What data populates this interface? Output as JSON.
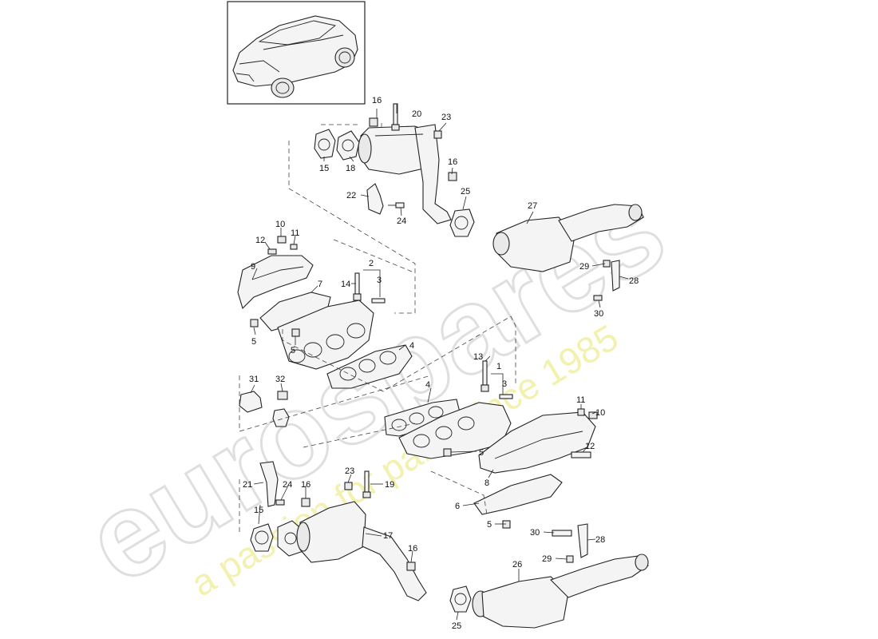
{
  "watermark": {
    "brand": "eurospares",
    "tagline": "a passion for parts since 1985",
    "brand_color": "#d8d8d8",
    "tagline_color": "#f1f0a0"
  },
  "thumbnail": {
    "icon": "car-suv-icon"
  },
  "callouts": {
    "c16a": "16",
    "c20": "20",
    "c23a": "23",
    "c15a": "15",
    "c18": "18",
    "c16b": "16",
    "c22": "22",
    "c24a": "24",
    "c25a": "25",
    "c27": "27",
    "c10a": "10",
    "c11a": "11",
    "c12a": "12",
    "c9": "9",
    "c2": "2",
    "c14": "14",
    "c3a": "3",
    "c7": "7",
    "c29a": "29",
    "c28a": "28",
    "c30a": "30",
    "c5a": "5",
    "c5b": "5",
    "c4a": "4",
    "c13": "13",
    "c1": "1",
    "c3b": "3",
    "c31": "31",
    "c32": "32",
    "c4b": "4",
    "c11b": "11",
    "c10b": "10",
    "c12b": "12",
    "c5c": "5",
    "c8": "8",
    "c23b": "23",
    "c19": "19",
    "c21": "21",
    "c24b": "24",
    "c16c": "16",
    "c15b": "15",
    "c6": "6",
    "c17": "17",
    "c5d": "5",
    "c30b": "30",
    "c28b": "28",
    "c29b": "29",
    "c16d": "16",
    "c26": "26",
    "c25b": "25"
  }
}
